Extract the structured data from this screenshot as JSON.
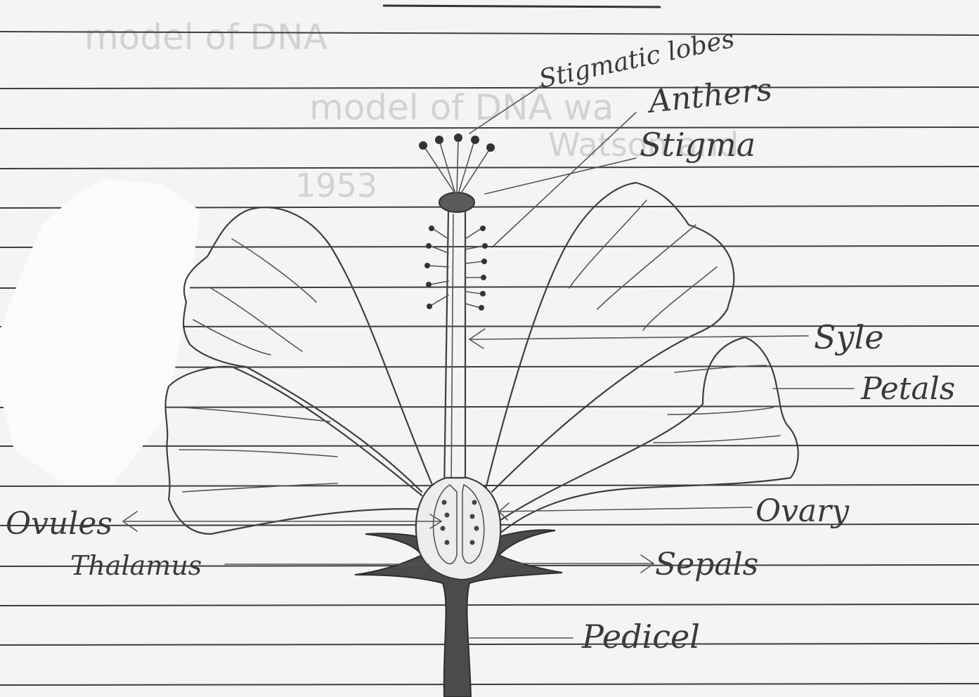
{
  "diagram": {
    "labels": {
      "stigmatic_lobes": "Stigmatic lobes",
      "anthers": "Anthers",
      "stigma": "Stigma",
      "style": "Syle",
      "petals": "Petals",
      "ovary": "Ovary",
      "ovules": "Ovules",
      "thalamus": "Thalamus",
      "sepals": "Sepals",
      "pedicel": "Pedicel"
    },
    "show_through_text": {
      "line_1": "model of DNA",
      "line_2": "model of DNA wa",
      "line_3": "Watson and",
      "line_4": "1953"
    }
  }
}
